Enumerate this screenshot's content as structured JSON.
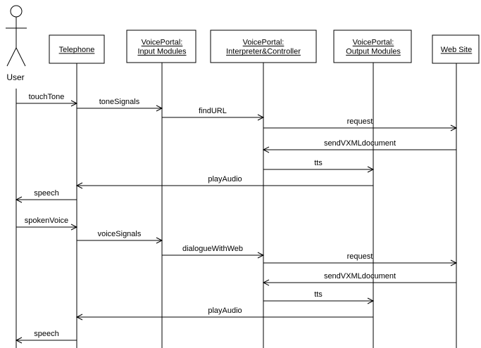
{
  "actor": {
    "label": "User"
  },
  "participants": [
    {
      "id": "telephone",
      "lines": [
        "Telephone"
      ]
    },
    {
      "id": "input",
      "lines": [
        "VoicePortal:",
        "Input Modules"
      ]
    },
    {
      "id": "interp",
      "lines": [
        "VoicePortal:",
        "Interpreter&Controller"
      ]
    },
    {
      "id": "output",
      "lines": [
        "VoicePortal:",
        "Output Modules"
      ]
    },
    {
      "id": "website",
      "lines": [
        "Web Site"
      ]
    }
  ],
  "messages": [
    {
      "label": "touchTone",
      "from": "user",
      "to": "telephone"
    },
    {
      "label": "toneSignals",
      "from": "telephone",
      "to": "input"
    },
    {
      "label": "findURL",
      "from": "input",
      "to": "interp"
    },
    {
      "label": "request",
      "from": "interp",
      "to": "website"
    },
    {
      "label": "sendVXMLdocument",
      "from": "website",
      "to": "interp"
    },
    {
      "label": "tts",
      "from": "interp",
      "to": "output"
    },
    {
      "label": "playAudio",
      "from": "output",
      "to": "telephone"
    },
    {
      "label": "speech",
      "from": "telephone",
      "to": "user"
    },
    {
      "label": "spokenVoice",
      "from": "user",
      "to": "telephone"
    },
    {
      "label": "voiceSignals",
      "from": "telephone",
      "to": "input"
    },
    {
      "label": "dialogueWithWeb",
      "from": "input",
      "to": "interp"
    },
    {
      "label": "request",
      "from": "interp",
      "to": "website"
    },
    {
      "label": "sendVXMLdocument",
      "from": "website",
      "to": "interp"
    },
    {
      "label": "tts",
      "from": "interp",
      "to": "output"
    },
    {
      "label": "playAudio",
      "from": "output",
      "to": "telephone"
    },
    {
      "label": "speech",
      "from": "telephone",
      "to": "user"
    }
  ]
}
